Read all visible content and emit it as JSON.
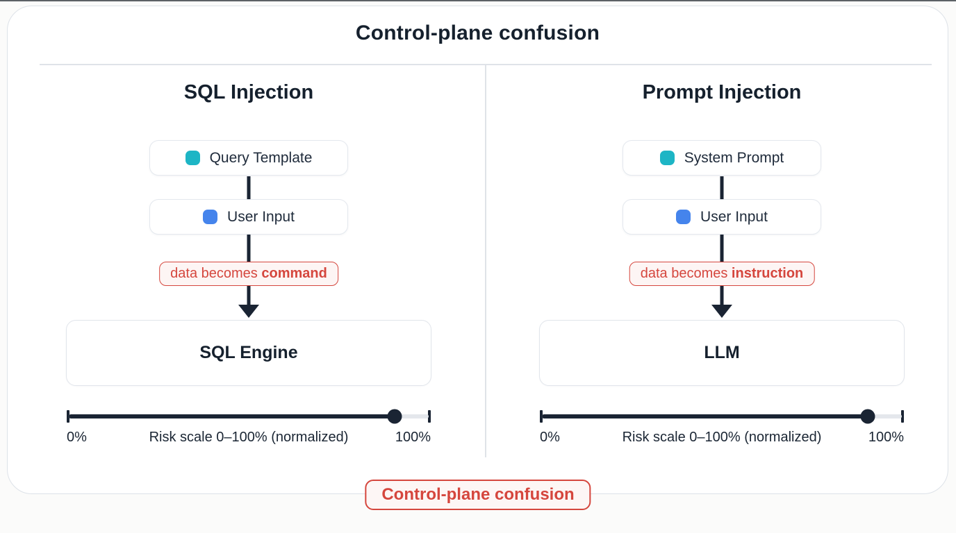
{
  "title": "Control-plane confusion",
  "colors": {
    "teal": "#1db5c5",
    "blue": "#4584ec",
    "navy": "#1a2433",
    "red": "#d5463d",
    "border_gray": "#dde2e8"
  },
  "columns": [
    {
      "heading": "SQL Injection",
      "node1": {
        "label": "Query Template",
        "icon": "teal-square",
        "icon_color": "#1db5c5"
      },
      "node2": {
        "label": "User Input",
        "icon": "blue-square",
        "icon_color": "#4584ec"
      },
      "pill": {
        "prefix": "data becomes ",
        "emphasis": "command"
      },
      "target": "SQL Engine",
      "scale": {
        "min_label": "0%",
        "caption": "Risk scale 0–100% (normalized)",
        "max_label": "100%",
        "value_pct": 90,
        "value_css": "90%"
      }
    },
    {
      "heading": "Prompt Injection",
      "node1": {
        "label": "System Prompt",
        "icon": "teal-square",
        "icon_color": "#1db5c5"
      },
      "node2": {
        "label": "User Input",
        "icon": "blue-square",
        "icon_color": "#4584ec"
      },
      "pill": {
        "prefix": "data becomes ",
        "emphasis": "instruction"
      },
      "target": "LLM",
      "scale": {
        "min_label": "0%",
        "caption": "Risk scale 0–100% (normalized)",
        "max_label": "100%",
        "value_pct": 90,
        "value_css": "90%"
      }
    }
  ],
  "footer": {
    "label": "Control-plane confusion"
  }
}
